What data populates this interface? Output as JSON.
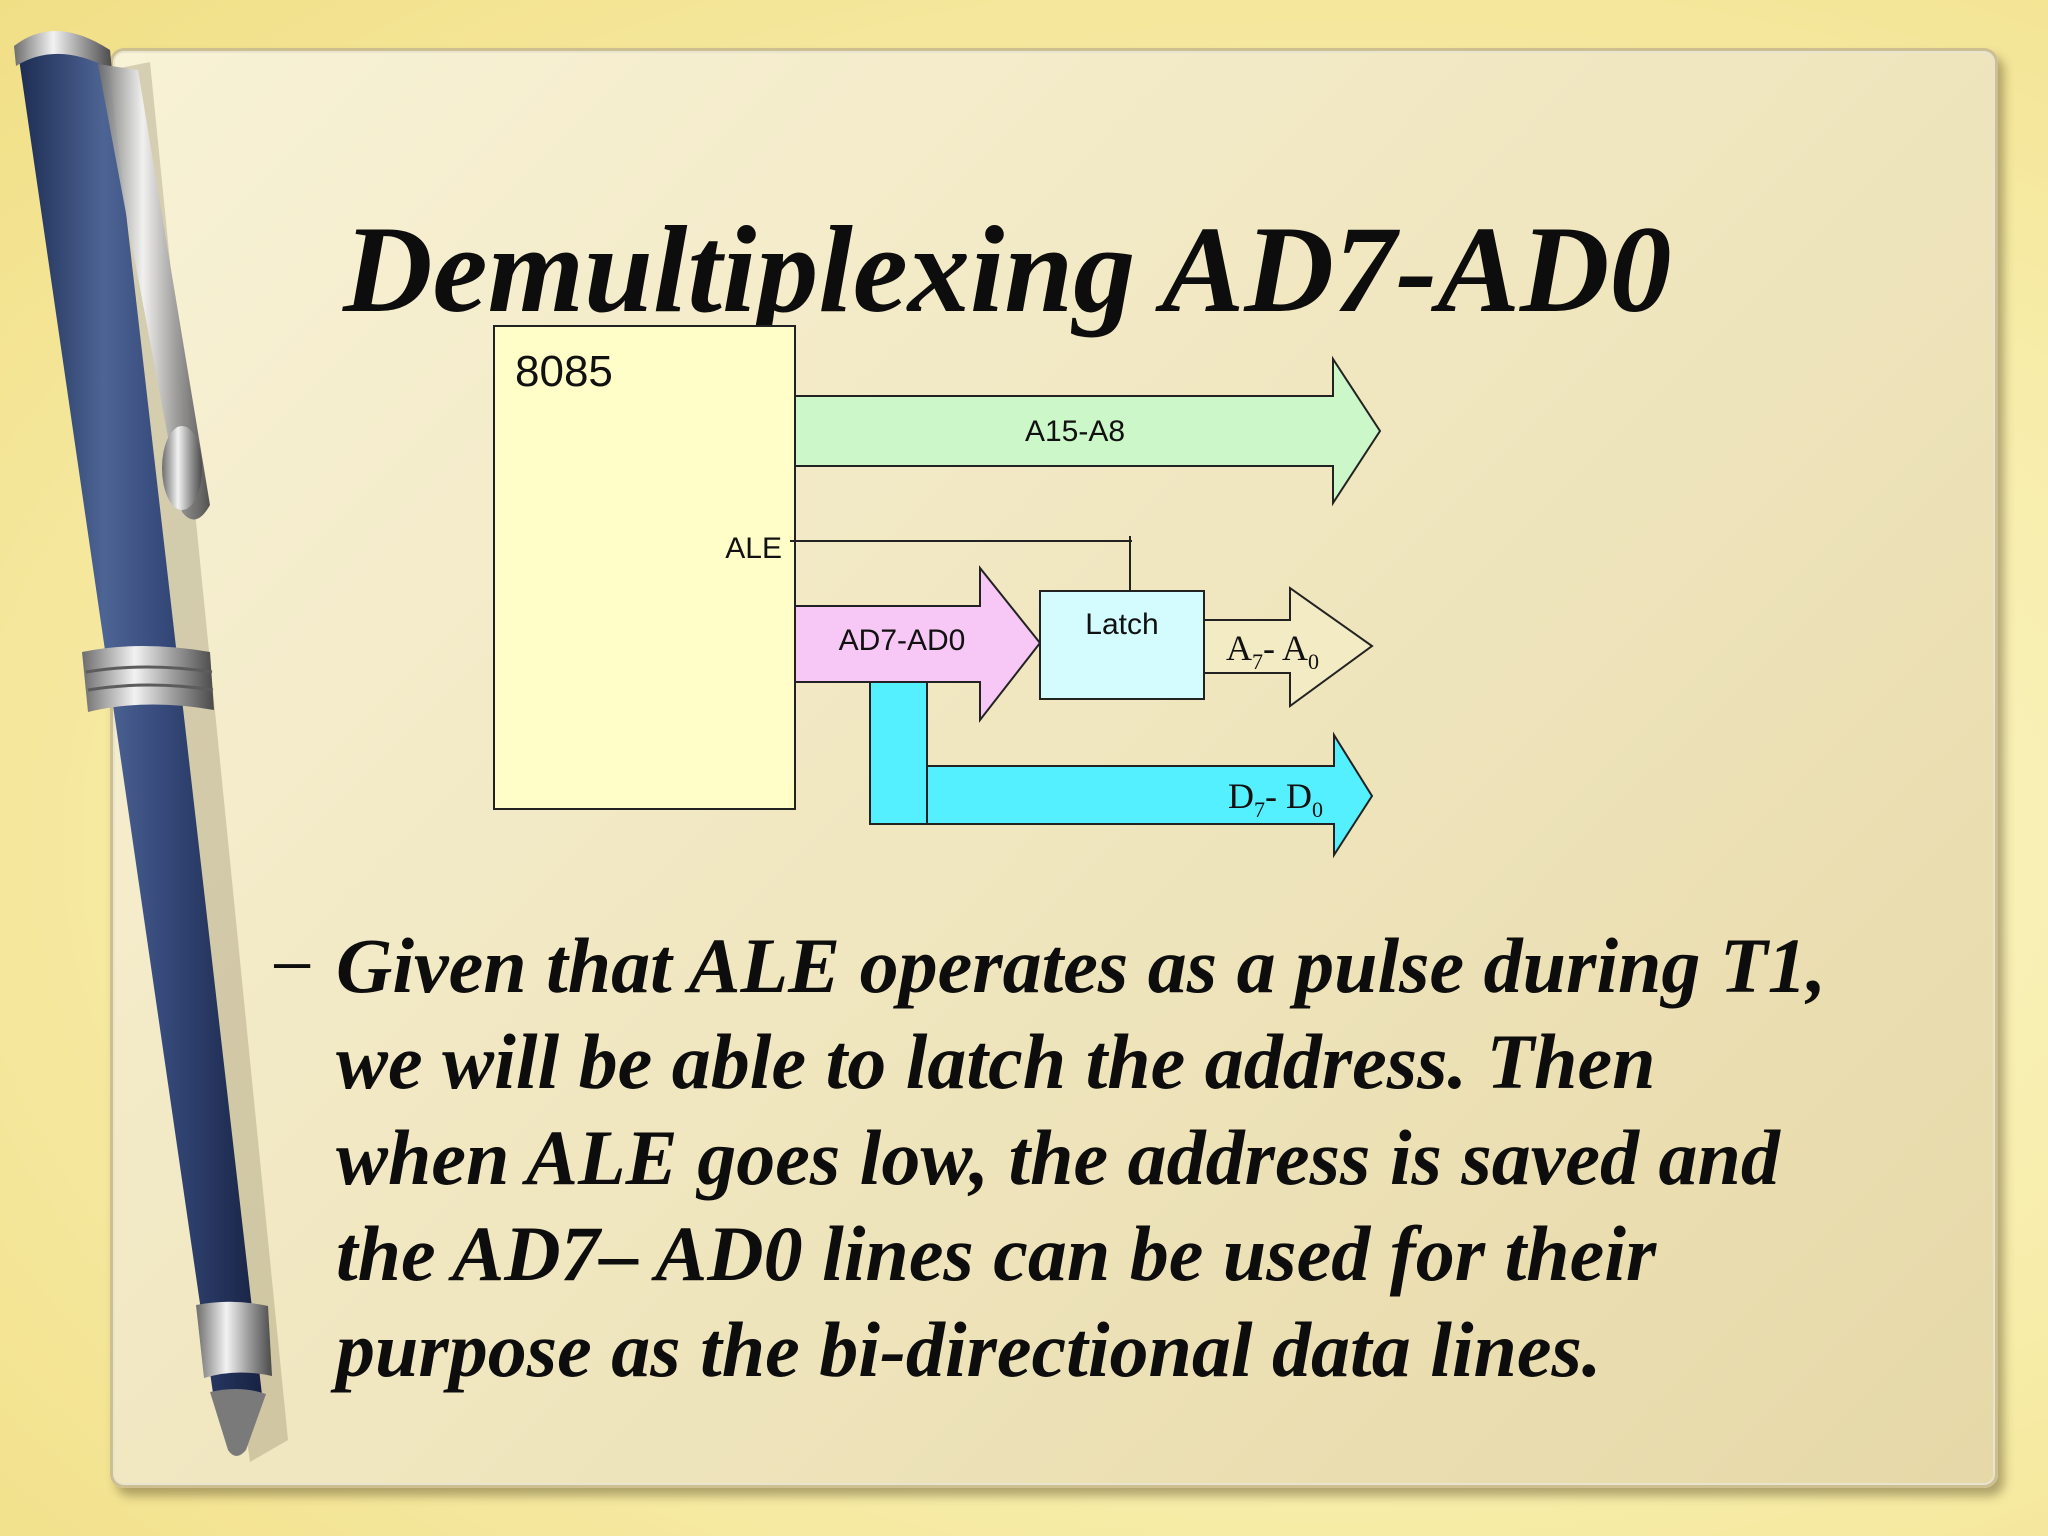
{
  "slide": {
    "title": "Demultiplexing AD7-AD0",
    "bullet_marker": "−",
    "bullet_text": "Given that ALE operates as a pulse during T1,\nwe will be able to latch the address. Then\nwhen ALE goes low, the address is saved and\nthe AD7– AD0 lines can be used for their\npurpose as the bi-directional data lines."
  },
  "diagram": {
    "chip_label": "8085",
    "ale_label": "ALE",
    "latch_label": "Latch",
    "high_bus": {
      "label": "A15-A8",
      "color": "#ccf7c8"
    },
    "ad_bus": {
      "label": "AD7-AD0",
      "color": "#f7c7f5"
    },
    "addr_out": {
      "main": "A",
      "sub1": "7",
      "mid": "- A",
      "sub2": "0"
    },
    "data_out": {
      "main": "D",
      "sub1": "7",
      "mid": "- D",
      "sub2": "0",
      "color": "#55f0ff"
    },
    "chip_color": "#fffdc8",
    "latch_color": "#d4fbfd"
  }
}
